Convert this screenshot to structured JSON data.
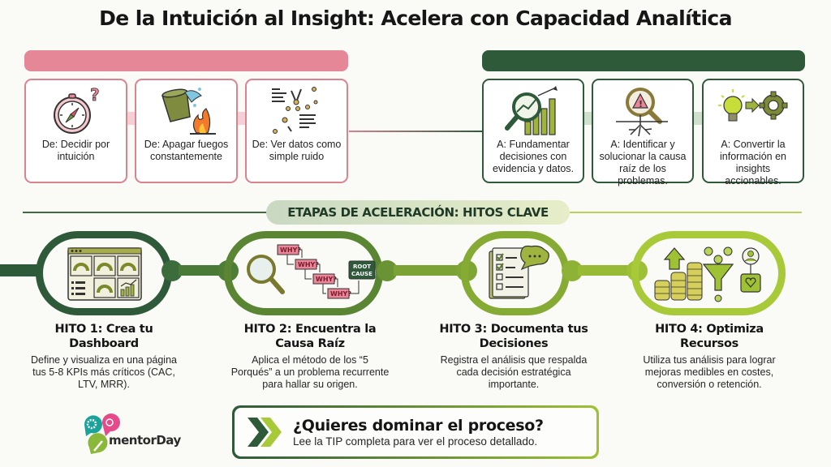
{
  "title": "De la Intuición al Insight: Acelera con Capacidad Analítica",
  "colors": {
    "pink_accent": "#e58796",
    "pink_border": "#d9838f",
    "dark_green": "#2e5a3a",
    "mid_green": "#5f8a32",
    "lime_green": "#9ec233"
  },
  "from_section": {
    "cards": [
      {
        "icon": "compass-question-icon",
        "label": "De: Decidir por intuición"
      },
      {
        "icon": "bucket-fire-icon",
        "label": "De: Apagar fuegos constantemente"
      },
      {
        "icon": "scattered-data-noise-icon",
        "label": "De: Ver datos como simple ruido"
      }
    ]
  },
  "to_section": {
    "cards": [
      {
        "icon": "magnifier-chart-icon",
        "label": "A: Fundamentar decisiones con evidencia y datos."
      },
      {
        "icon": "root-cause-magnifier-icon",
        "label": "A: Identificar y solucionar la causa raíz de los problemas."
      },
      {
        "icon": "lightbulb-gear-icon",
        "label": "A: Convertir la información en insights accionables."
      }
    ]
  },
  "milestones_header": "ETAPAS DE ACELERACIÓN: HITOS CLAVE",
  "milestones": [
    {
      "title": "HITO 1: Crea tu Dashboard",
      "icon": "dashboard-icon",
      "description": "Define y visualiza en una página tus 5-8 KPIs más críticos (CAC, LTV, MRR)."
    },
    {
      "title": "HITO 2: Encuentra la Causa Raíz",
      "icon": "five-whys-icon",
      "description": "Aplica el método de los “5 Porqués” a un problema recurrente para hallar su origen.",
      "diagram": {
        "why_label": "WHY?",
        "root_label": "ROOT CAUSE"
      }
    },
    {
      "title": "HITO 3: Documenta tus Decisiones",
      "icon": "checklist-comment-icon",
      "description": "Registra el análisis que respalda cada decisión estratégica importante."
    },
    {
      "title": "HITO 4: Optimiza Recursos",
      "icon": "coins-funnel-user-icon",
      "description": "Utiliza tus análisis para lograr mejoras medibles en costes, conversión o retención."
    }
  ],
  "cta": {
    "icon": "double-chevron-icon",
    "question": "¿Quieres dominar el proceso?",
    "subtitle": "Lee la TIP completa para ver el proceso detallado."
  },
  "logo": {
    "text": "mentorDay"
  }
}
